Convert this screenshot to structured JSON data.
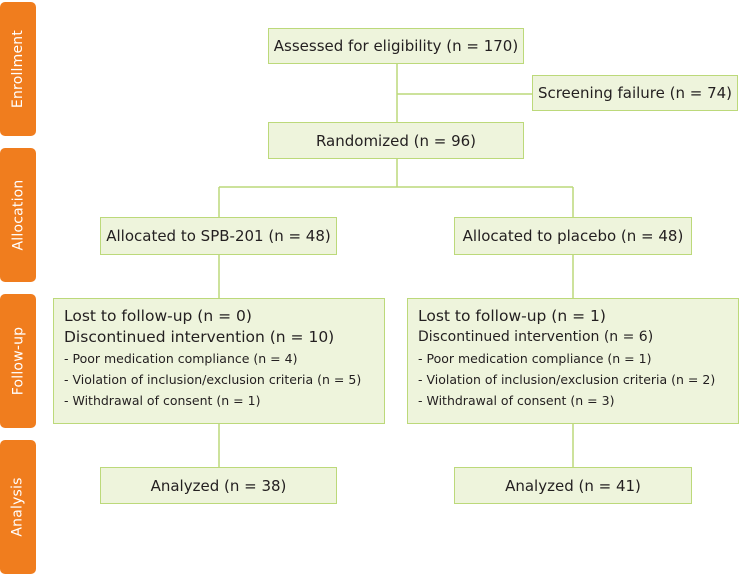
{
  "phases": {
    "enrollment": "Enrollment",
    "allocation": "Allocation",
    "follow_up": "Follow-up",
    "analysis": "Analysis"
  },
  "boxes": {
    "assessed": "Assessed for eligibility (n = 170)",
    "screening_failure": "Screening failure (n = 74)",
    "randomized": "Randomized (n = 96)",
    "allocated_left": "Allocated to SPB-201 (n = 48)",
    "allocated_right": "Allocated to placebo (n = 48)",
    "followup_left": {
      "lost": "Lost to follow-up (n = 0)",
      "discontinued": "Discontinued intervention (n = 10)",
      "reasons": [
        "- Poor medication compliance (n = 4)",
        "- Violation of inclusion/exclusion criteria (n = 5)",
        "- Withdrawal of consent (n = 1)"
      ]
    },
    "followup_right": {
      "lost": "Lost to follow-up (n = 1)",
      "discontinued": "Discontinued intervention (n = 6)",
      "reasons": [
        "- Poor medication compliance (n = 1)",
        "- Violation of inclusion/exclusion criteria (n = 2)",
        "- Withdrawal of consent (n = 3)"
      ]
    },
    "analyzed_left": "Analyzed (n = 38)",
    "analyzed_right": "Analyzed (n = 41)"
  },
  "colors": {
    "phase_bg": "#f07d1e",
    "box_fill": "#eef4dc",
    "box_border": "#bcd97a",
    "connector": "#bcd97a"
  }
}
